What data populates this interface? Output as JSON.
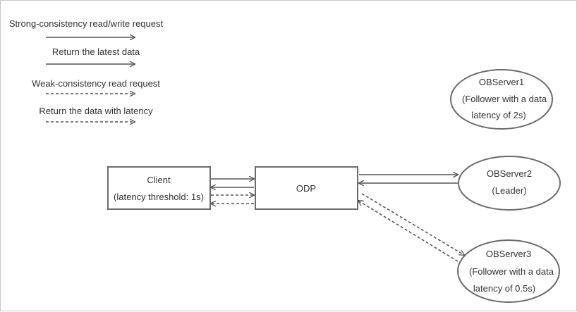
{
  "legend": {
    "strong_request": "Strong-consistency read/write request",
    "return_latest": "Return the latest data",
    "weak_request": "Weak-consistency read request",
    "return_latency": "Return the data with latency"
  },
  "nodes": {
    "client": {
      "line1": "Client",
      "line2": "(latency threshold: 1s)"
    },
    "odp": {
      "label": "ODP"
    },
    "observer1": {
      "line1": "OBServer1",
      "line2": "(Follower with a data",
      "line3": "latency of 2s)"
    },
    "observer2": {
      "line1": "OBServer2",
      "line2": "(Leader)"
    },
    "observer3": {
      "line1": "OBServer3",
      "line2": "(Follower with a data",
      "line3": "latency of 0.5s)"
    }
  },
  "colors": {
    "stroke": "#555555",
    "border": "#6b6b6b",
    "text": "#333333"
  }
}
